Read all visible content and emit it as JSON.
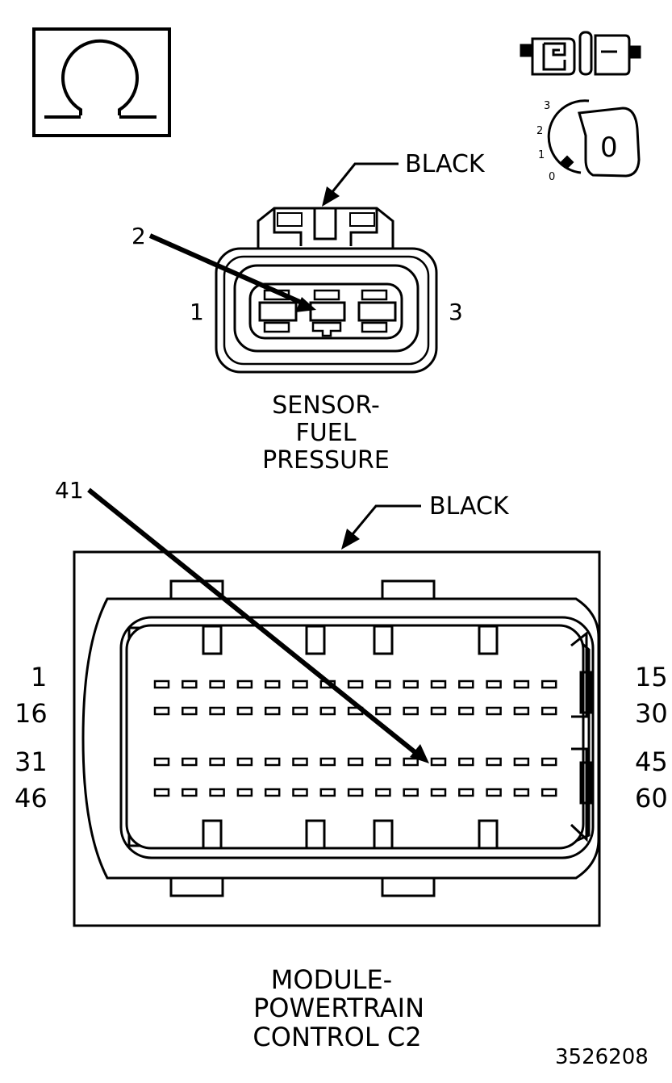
{
  "ohmmeter_icon": "ohm-icon",
  "key_icon": {
    "name": "ignition-key-icon",
    "positions": [
      "3",
      "2",
      "1",
      "0"
    ],
    "current": "0"
  },
  "disconnect_icon": "connector-disconnect-icon",
  "fuel_sensor_connector": {
    "color_label": "BLACK",
    "left_pin": "1",
    "right_pin": "3",
    "pointer_pin": "2",
    "name_lines": [
      "SENSOR-",
      "FUEL",
      "PRESSURE"
    ]
  },
  "pcm_connector": {
    "color_label": "BLACK",
    "pointer_pin": "41",
    "left_labels": [
      "1",
      "16",
      "31",
      "46"
    ],
    "right_labels": [
      "15",
      "30",
      "45",
      "60"
    ],
    "name_lines": [
      "MODULE-",
      "POWERTRAIN",
      "CONTROL C2"
    ]
  },
  "figure_id": "3526208"
}
